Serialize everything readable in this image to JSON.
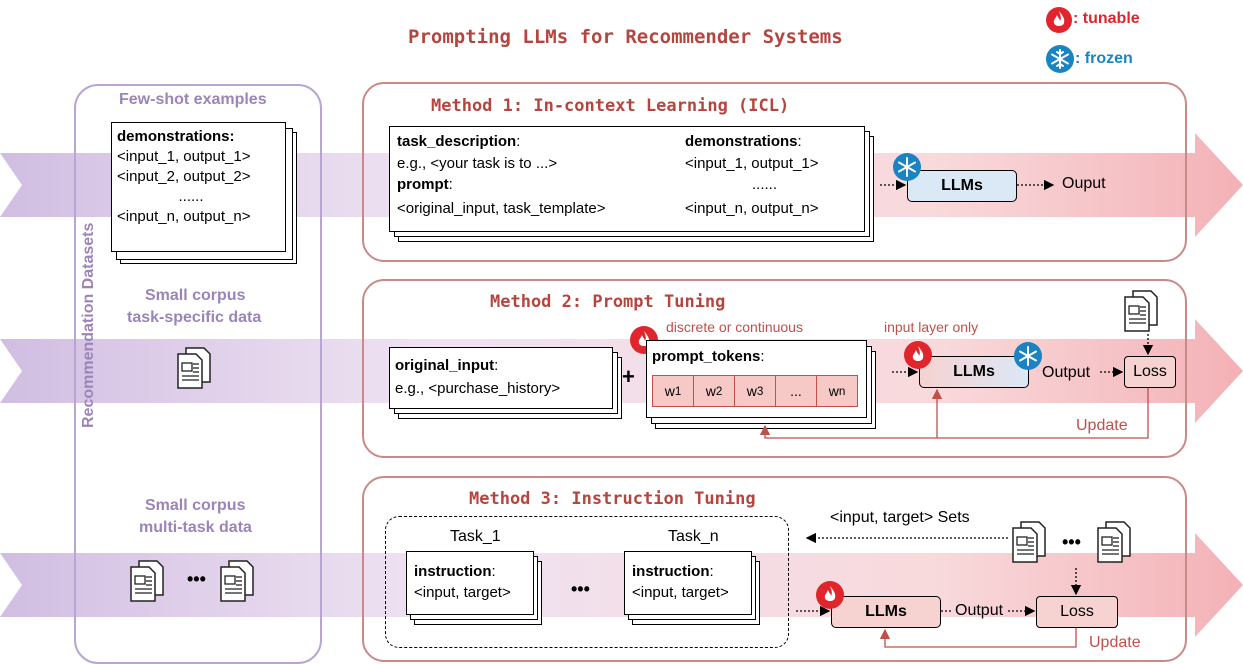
{
  "title": "Prompting LLMs for Recommender Systems",
  "legend": {
    "tunable": ": tunable",
    "frozen": ": frozen"
  },
  "datasets": {
    "vertical_label": "Recommendation Datasets",
    "few_shot_title": "Few-shot examples",
    "few_shot_card": {
      "heading": "demonstrations:",
      "line1": "<input_1, output_1>",
      "line2": "<input_2, output_2>",
      "dots": "......",
      "line3": "<input_n, output_n>"
    },
    "small_corpus_1": "Small corpus",
    "task_specific": "task-specific data",
    "small_corpus_2": "Small corpus",
    "multi_task": "multi-task data",
    "ellipsis": "•••"
  },
  "method1": {
    "title": "Method 1: In-context Learning (ICL)",
    "task_description": "task_description",
    "colon": ":",
    "eg": "e.g., <your task is to ...>",
    "prompt": "prompt",
    "prompt_line": "<original_input, task_template>",
    "demonstrations": "demonstrations",
    "demo1": "<input_1, output_1>",
    "demo_dots": "......",
    "demo_n": "<input_n, output_n>",
    "llm": "LLMs",
    "output": "Ouput"
  },
  "method2": {
    "title": "Method 2: Prompt Tuning",
    "discrete": "discrete or continuous",
    "input_layer": "input layer only",
    "original_input": "original_input",
    "eg": "e.g., <purchase_history>",
    "plus": "+",
    "prompt_tokens": "prompt_tokens",
    "tokens": [
      "w1",
      "w2",
      "w3",
      "...",
      "wn"
    ],
    "llm": "LLMs",
    "output": "Output",
    "loss": "Loss",
    "update": "Update"
  },
  "method3": {
    "title": "Method 3: Instruction Tuning",
    "sets": "<input, target> Sets",
    "task1": "Task_1",
    "taskn": "Task_n",
    "instruction": "instruction",
    "pair": "<input, target>",
    "ellipsis": "•••",
    "llm": "LLMs",
    "output": "Output",
    "loss": "Loss",
    "update": "Update"
  },
  "colors": {
    "panel_border": "#c98a87",
    "title_red": "#b5453f",
    "purple": "#9b85b8",
    "tunable": "#e0262c",
    "frozen": "#1a84c2",
    "llm_blue": "#dbe8f6",
    "llm_red": "#f6d2d0"
  }
}
